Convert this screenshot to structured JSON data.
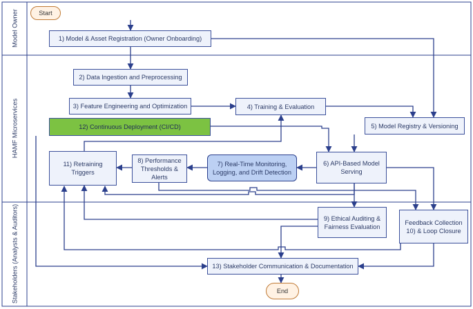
{
  "lanes": {
    "model_owner": "Model Owner",
    "hamf": "HAMF Microservices",
    "stakeholders": "Stakeholders (Analysts & Auditors)"
  },
  "nodes": {
    "start": "Start",
    "n1": "1) Model & Asset Registration (Owner Onboarding)",
    "n2": "2) Data Ingestion and Preprocessing",
    "n3": "3) Feature Engineering and Optimization",
    "n4": "4) Training & Evaluation",
    "n5": "5) Model Registry & Versioning",
    "n6": "6) API-Based Model Serving",
    "n7": "7) Real-Time Monitoring, Logging, and Drift Detection",
    "n8": "8) Performance Thresholds & Alerts",
    "n9": "9) Ethical Auditing & Fairness Evaluation",
    "n10": "Feedback Collection 10) & Loop Closure",
    "n11": "11) Retraining Triggers",
    "n12": "12) Continuous Deployment (CI/CD)",
    "n13": "13) Stakeholder Communication & Documentation",
    "end": "End"
  },
  "colors": {
    "line": "#2b3f8c",
    "box_fill": "#eef2fb",
    "highlight_fill": "#bcd0f3",
    "cicd_fill": "#7cc242",
    "terminal_fill": "#fff2e4",
    "terminal_border": "#c07a35"
  }
}
